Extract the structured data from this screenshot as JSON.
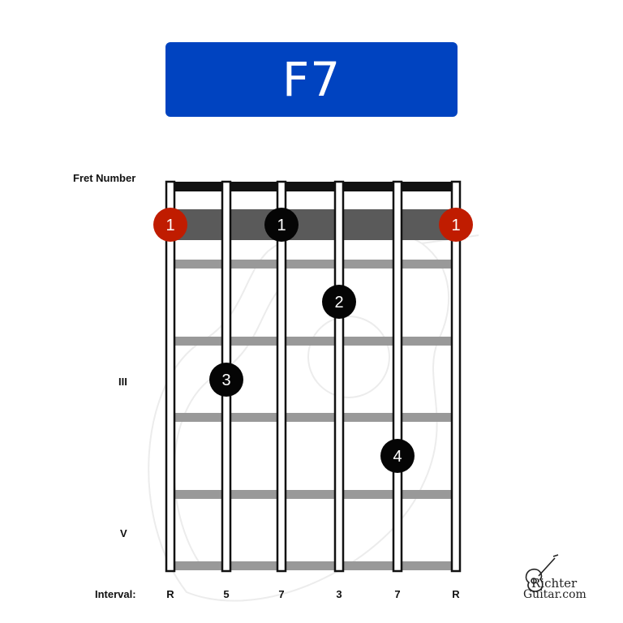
{
  "title": "F7",
  "labels": {
    "fret_number": "Fret Number",
    "fret_3": "III",
    "fret_5": "V",
    "interval": "Interval:"
  },
  "intervals": [
    "R",
    "5",
    "7",
    "3",
    "7",
    "R"
  ],
  "barre": {
    "fret": 1,
    "finger": "1"
  },
  "markers": [
    {
      "string": 1,
      "fret": 1,
      "finger": "1",
      "style": "red"
    },
    {
      "string": 3,
      "fret": 1,
      "finger": "1",
      "style": "black"
    },
    {
      "string": 6,
      "fret": 1,
      "finger": "1",
      "style": "red"
    },
    {
      "string": 4,
      "fret": 2,
      "finger": "2",
      "style": "black"
    },
    {
      "string": 2,
      "fret": 3,
      "finger": "3",
      "style": "black"
    },
    {
      "string": 5,
      "fret": 4,
      "finger": "4",
      "style": "black"
    }
  ],
  "colors": {
    "banner": "#0043c0",
    "barre": "#5a5a5a",
    "red_marker": "#c01c00",
    "black_marker": "#050505",
    "fret": "#999999",
    "nut": "#111111"
  },
  "logo": {
    "line1": "Richter",
    "line2": "Guitar.com"
  }
}
